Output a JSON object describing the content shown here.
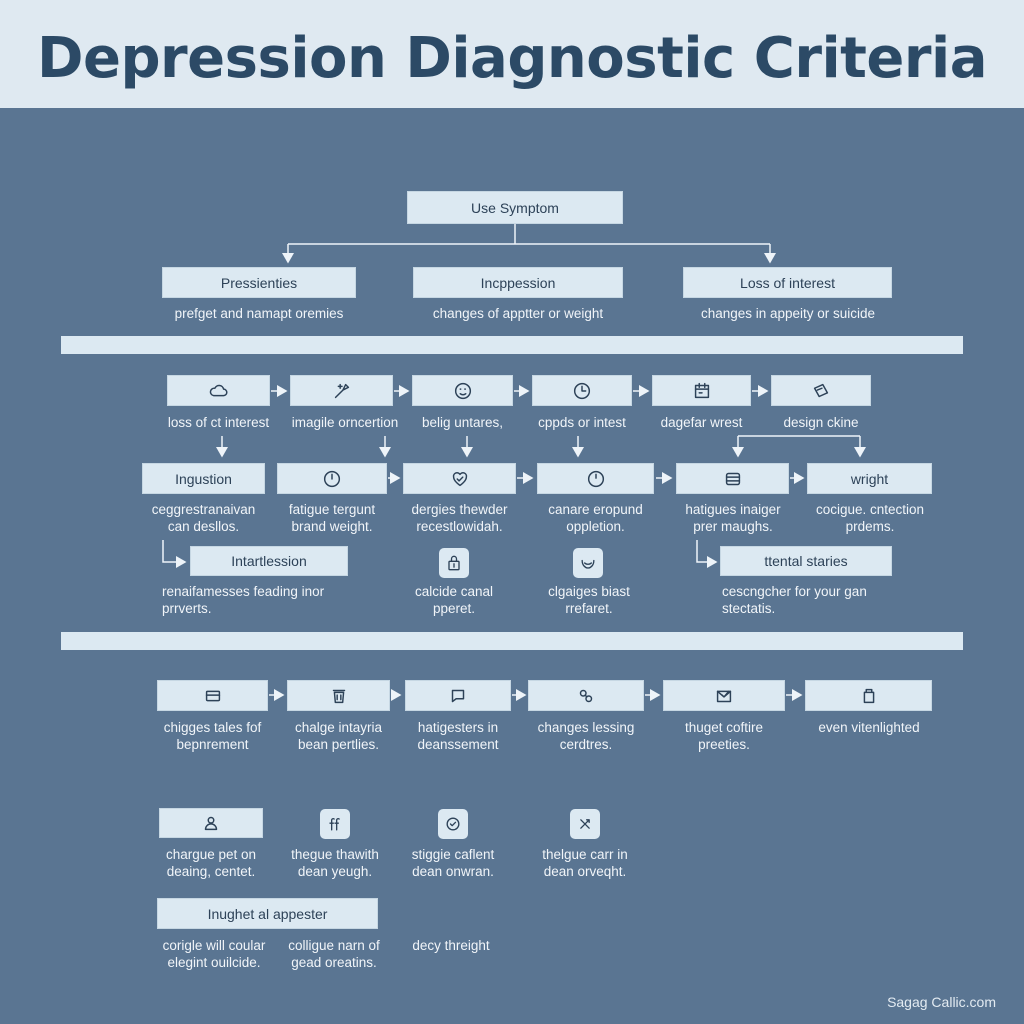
{
  "title": "Depression Diagnostic Criteria",
  "colors": {
    "background": "#5a7592",
    "header": "#dfe9f1",
    "box": "#dce9f2",
    "title": "#2c4a66"
  },
  "top": {
    "root": "Use Symptom",
    "branches": [
      {
        "label": "Pressienties",
        "caption": "prefget and namapt oremies"
      },
      {
        "label": "Incppession",
        "caption": "changes of apptter or weight"
      },
      {
        "label": "Loss of interest",
        "caption": "changes in appeity or suicide"
      }
    ]
  },
  "section2": {
    "row1": [
      {
        "icon": "cloud-icon",
        "caption": "loss of ct interest"
      },
      {
        "icon": "brush-icon",
        "caption": "imagile orncertion"
      },
      {
        "icon": "face-icon",
        "caption": "belig untares,"
      },
      {
        "icon": "clock-icon",
        "caption": "cppds or intest"
      },
      {
        "icon": "calendar-icon",
        "caption": "dagefar wrest"
      },
      {
        "icon": "card-icon",
        "caption": "design ckine"
      }
    ],
    "row2": [
      {
        "label": "Ingustion",
        "caption": "ceggrestranaivan\ncan desllos."
      },
      {
        "icon": "clock-icon",
        "caption": "fatigue tergunt\nbrand weight."
      },
      {
        "icon": "heart-icon",
        "caption": "dergies thewder\nrecestlowidah."
      },
      {
        "icon": "clock-icon",
        "caption": "canare eropund\noppletion."
      },
      {
        "icon": "stack-icon",
        "caption": "hatigues inaiger\nprer maughs."
      },
      {
        "label": "wright",
        "caption": "cocigue. cntection\nprdems."
      }
    ],
    "row3": [
      {
        "label": "Intartlession",
        "caption": "renaifamesses feading inor\nprrverts."
      },
      {
        "icon": "lock-icon",
        "caption": "calcide canal\npperet."
      },
      {
        "icon": "smile-icon",
        "caption": "clgaiges biast\nrrefaret."
      },
      {
        "label": "ttental staries",
        "caption": "cescngcher for your gan\nstectatis."
      }
    ]
  },
  "section3": {
    "row1": [
      {
        "icon": "card-icon",
        "caption": "chigges tales fof\nbepnrement"
      },
      {
        "icon": "trash-icon",
        "caption": "chalge intayria\nbean pertlies."
      },
      {
        "icon": "chat-icon",
        "caption": "hatigesters in\ndeanssement"
      },
      {
        "icon": "pills-icon",
        "caption": "changes lessing\ncerdtres."
      },
      {
        "icon": "check-mail-icon",
        "caption": "thuget coftire\npreeties."
      },
      {
        "icon": "cup-icon",
        "caption": "even vitenlighted"
      }
    ],
    "row2": [
      {
        "icon": "person-icon",
        "caption": "chargue pet on\ndeaing, centet."
      },
      {
        "icon": "ff-icon",
        "caption": "thegue thawith\ndean yeugh."
      },
      {
        "icon": "check-circle-icon",
        "caption": "stiggie caflent\ndean onwran."
      },
      {
        "icon": "x-arrows-icon",
        "caption": "thelgue carr in\ndean orveqht."
      }
    ],
    "row3": {
      "label": "Inughet al appester",
      "captions": [
        "corigle will coular\nelegint ouilcide.",
        "colligue narn of\ngead oreatins.",
        "decy threight"
      ]
    }
  },
  "footer": "Sagag Callic.com"
}
